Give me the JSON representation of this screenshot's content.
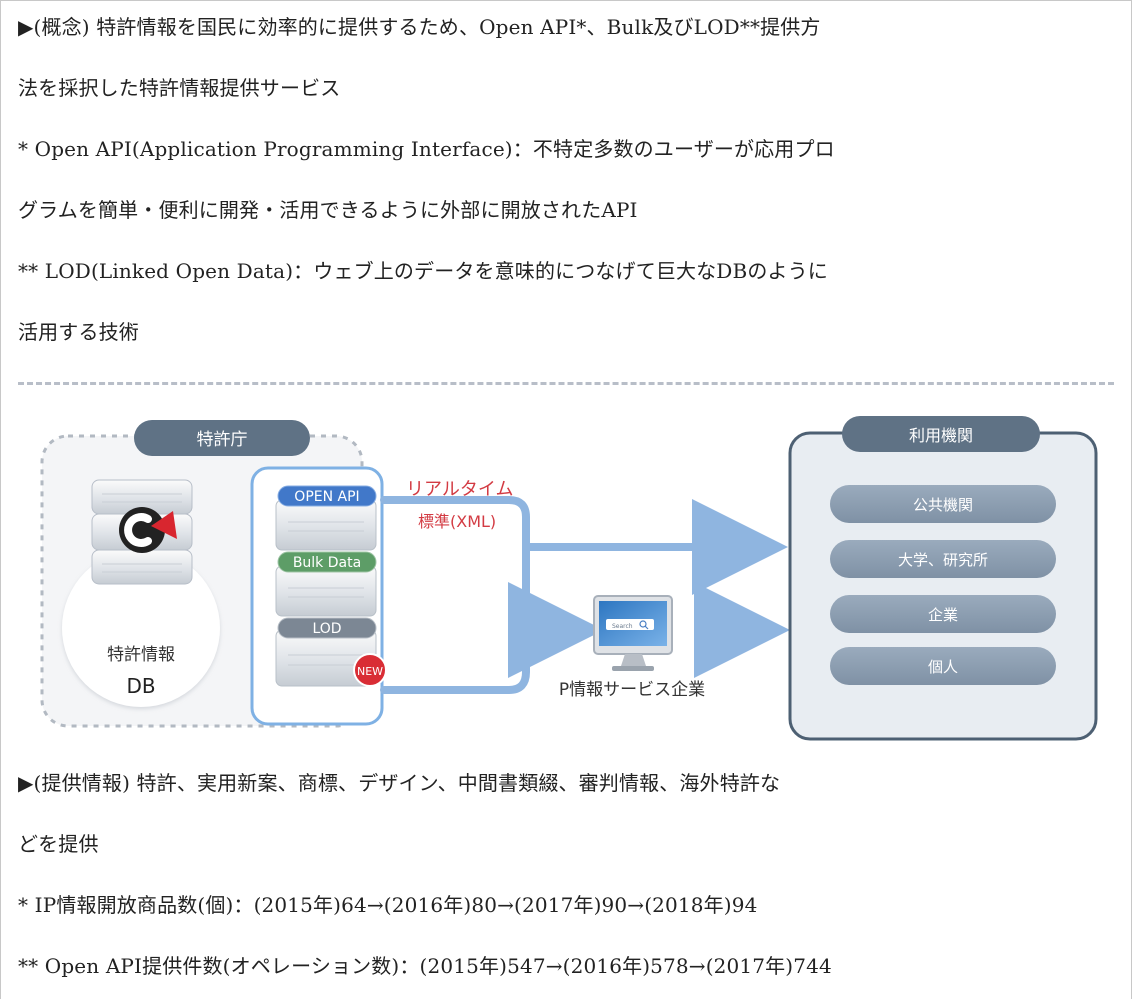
{
  "text_blocks": {
    "intro_line_1": "▶(概念) 特許情報を国民に効率的に提供するため、Open API*、Bulk及びLOD**提供方",
    "intro_line_2": "法を採択した特許情報提供サービス",
    "footnote_1_line_1": "* Open API(Application Programming Interface)：不特定多数のユーザーが応用プロ",
    "footnote_1_line_2": "グラムを簡単・便利に開発・活用できるように外部に開放されたAPI",
    "footnote_2_line_1": "** LOD(Linked Open Data)：ウェブ上のデータを意味的につなげて巨大なDBのように",
    "footnote_2_line_2": "活用する技術",
    "provided_info_line_1": "▶(提供情報) 特許、実用新案、商標、デザイン、中間書類綴、審判情報、海外特許な",
    "provided_info_line_2": "どを提供",
    "stat_line_1": "* IP情報開放商品数(個)：(2015年)64→(2016年)80→(2017年)90→(2018年)94",
    "stat_line_2": "** Open API提供件数(オペレーション数)：(2015年)547→(2016年)578→(2017年)744"
  },
  "diagram": {
    "patent_office_label": "特許庁",
    "db_label_line_1": "特許情報",
    "db_label_line_2": "DB",
    "open_api_label": "OPEN API",
    "bulk_data_label": "Bulk Data",
    "lod_label": "LOD",
    "new_badge": "NEW",
    "realtime_label": "リアルタイム",
    "standard_label": "標準(XML)",
    "search_label": "Search",
    "service_company_label": "P情報サービス企業",
    "users_label": "利用機関",
    "users": [
      "公共機関",
      "大学、研究所",
      "企業",
      "個人"
    ],
    "colors": {
      "slate": "#5f7285",
      "light_slate": "#8d9eb1",
      "blue": "#5a92d6",
      "line_blue": "#8fb5e0",
      "red": "#d33b43",
      "green": "#5d9d67",
      "pale_panel": "#e8edf2"
    },
    "icons": [
      "database-icon",
      "server-icon",
      "monitor-icon",
      "arrow-right-icon",
      "magnifier-icon"
    ]
  }
}
